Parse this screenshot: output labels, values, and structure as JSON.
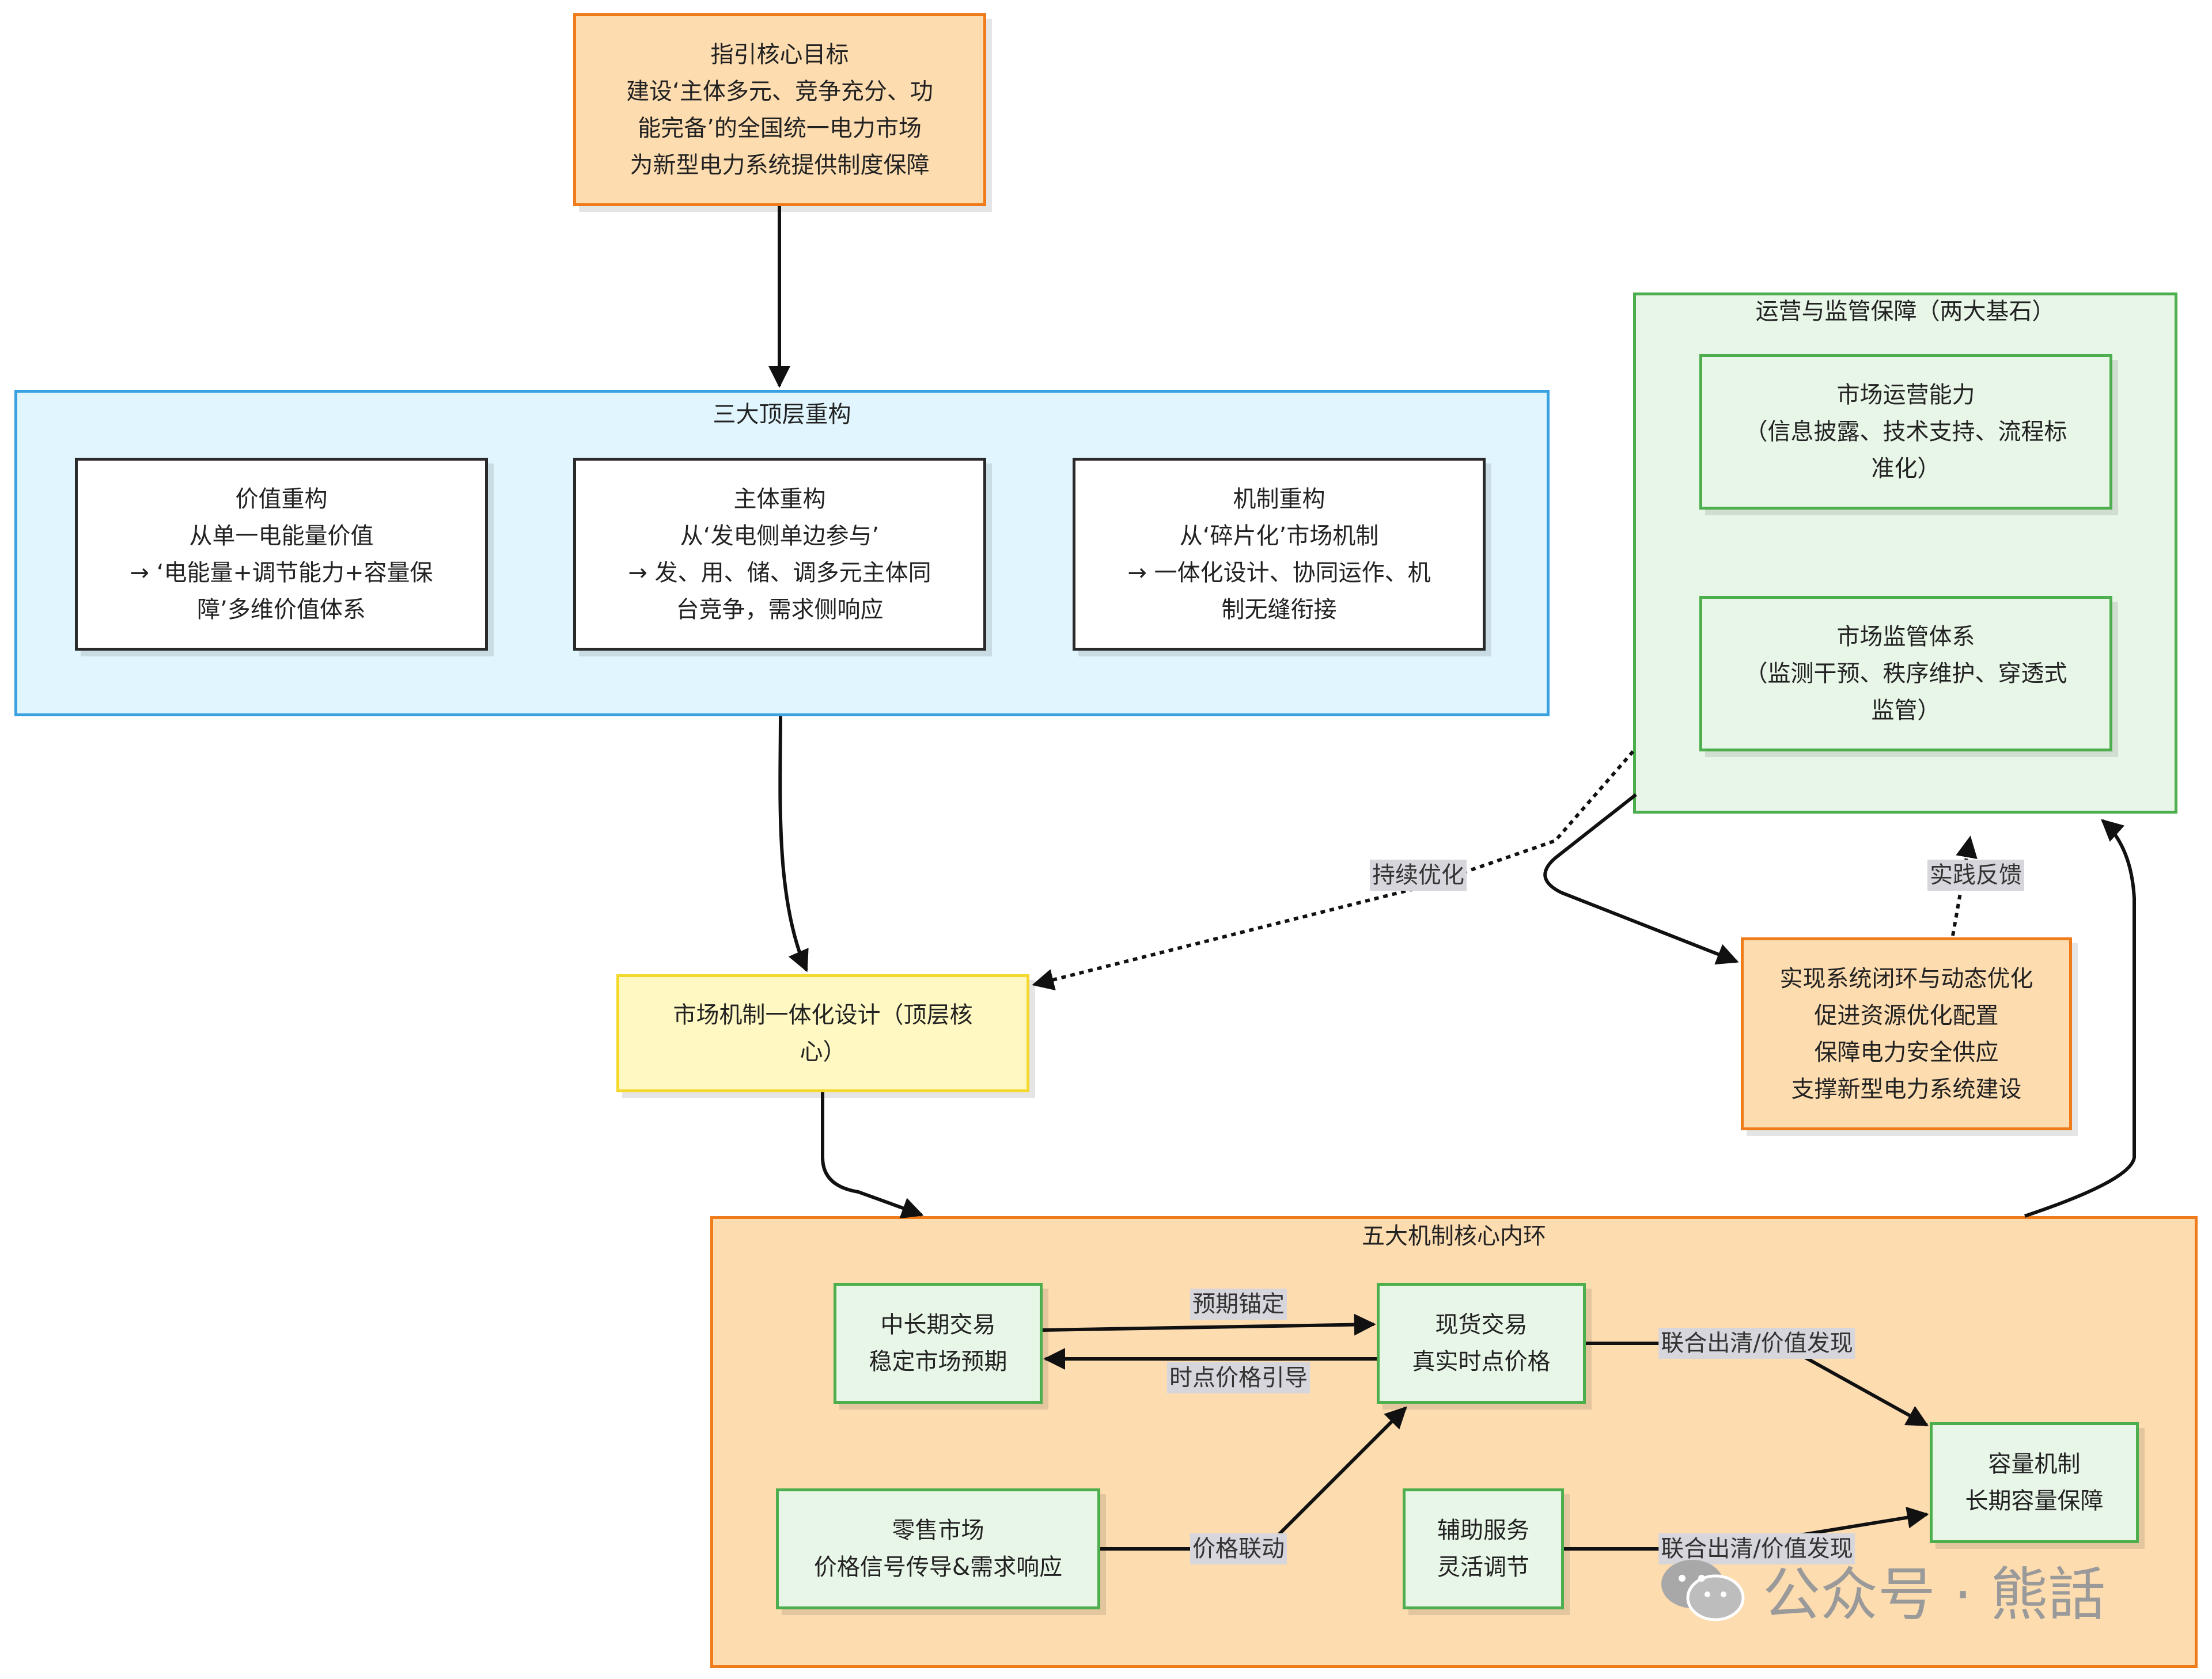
{
  "nodes": {
    "goal": [
      "指引核心目标",
      "建设‘主体多元、竞争充分、功",
      "能完备’的全国统一电力市场",
      "为新型电力系统提供制度保障"
    ],
    "value": [
      "价值重构",
      "从单一电能量价值",
      "→ ‘电能量+调节能力+容量保",
      "障’多维价值体系"
    ],
    "subject": [
      "主体重构",
      "从‘发电侧单边参与’",
      "→ 发、用、储、调多元主体同",
      "台竞争，需求侧响应"
    ],
    "mechanism": [
      "机制重构",
      "从‘碎片化’市场机制",
      "→ 一体化设计、协同运作、机",
      "制无缝衔接"
    ],
    "operation": [
      "市场运营能力",
      "（信息披露、技术支持、流程标",
      "准化）"
    ],
    "supervision": [
      "市场监管体系",
      "（监测干预、秩序维护、穿透式",
      "监管）"
    ],
    "integrated": [
      "市场机制一体化设计（顶层核",
      "心）"
    ],
    "closedloop": [
      "实现系统闭环与动态优化",
      "促进资源优化配置",
      "保障电力安全供应",
      "支撑新型电力系统建设"
    ],
    "midlong": [
      "中长期交易",
      "稳定市场预期"
    ],
    "spot": [
      "现货交易",
      "真实时点价格"
    ],
    "retail": [
      "零售市场",
      "价格信号传导&需求响应"
    ],
    "ancillary": [
      "辅助服务",
      "灵活调节"
    ],
    "capacity": [
      "容量机制",
      "长期容量保障"
    ]
  },
  "groups": {
    "three_top": "三大顶层重构",
    "ops_sup": "运营与监管保障（两大基石）",
    "five_core": "五大机制核心内环"
  },
  "edge_labels": {
    "continuous": "持续优化",
    "feedback": "实践反馈",
    "anchor": "预期锚定",
    "guide": "时点价格引导",
    "linkage": "价格联动",
    "clear1": "联合出清/价值发现",
    "clear2": "联合出清/价值发现"
  },
  "watermark": "公众号 · 熊話",
  "colors": {
    "orange_border": "#f07b1a",
    "orange_fill": "#fddcb0",
    "blue_border": "#3aa1e0",
    "blue_fill": "#e0f5fd",
    "green_border": "#4cae4c",
    "green_fill": "#e8f6e8",
    "yellow_border": "#f4d82c",
    "yellow_fill": "#fff8c2",
    "dark_border": "#2a2a2a"
  }
}
